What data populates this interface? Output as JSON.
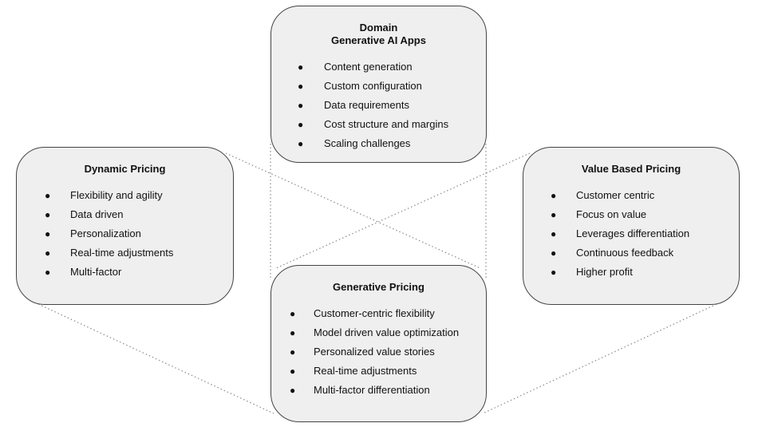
{
  "diagram": {
    "boxes": {
      "domain": {
        "title_line1": "Domain",
        "title_line2": "Generative AI Apps",
        "items": [
          "Content generation",
          "Custom configuration",
          "Data requirements",
          "Cost structure and margins",
          "Scaling challenges"
        ]
      },
      "dynamic": {
        "title": "Dynamic Pricing",
        "items": [
          "Flexibility and agility",
          "Data driven",
          "Personalization",
          "Real-time adjustments",
          "Multi-factor"
        ]
      },
      "value": {
        "title": "Value Based Pricing",
        "items": [
          "Customer centric",
          "Focus on value",
          "Leverages differentiation",
          "Continuous feedback",
          "Higher profit"
        ]
      },
      "generative": {
        "title": "Generative Pricing",
        "items": [
          "Customer-centric flexibility",
          "Model driven value optimization",
          "Personalized value stories",
          "Real-time adjustments",
          "Multi-factor differentiation"
        ]
      }
    },
    "bullet_glyph": "●",
    "colors": {
      "box_fill": "#efefef",
      "box_border": "#444444",
      "connector": "#8a8a8a"
    }
  }
}
